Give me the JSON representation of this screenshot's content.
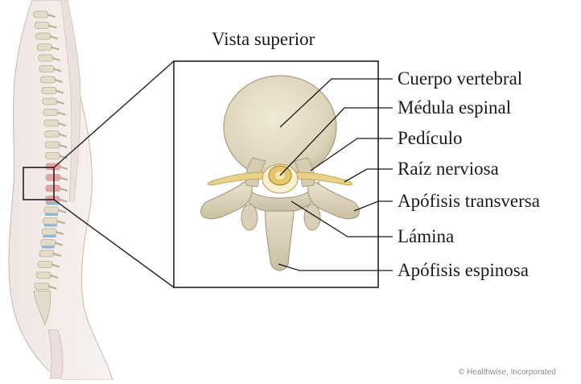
{
  "title": "Vista superior",
  "labels": [
    "Cuerpo vertebral",
    "Médula espinal",
    "Pedículo",
    "Raíz nerviosa",
    "Apófisis transversa",
    "Lámina",
    "Apófisis espinosa"
  ],
  "credit": "© Healthwise, Incorporated",
  "colors": {
    "bone": "#e2dcc8",
    "bone_shadow": "#b8ae94",
    "nerve": "#e8d28a",
    "skin": "#f3ede9",
    "highlight": "#e8a0a8",
    "disc": "#8fb8d8",
    "line": "#1a1a1a"
  }
}
